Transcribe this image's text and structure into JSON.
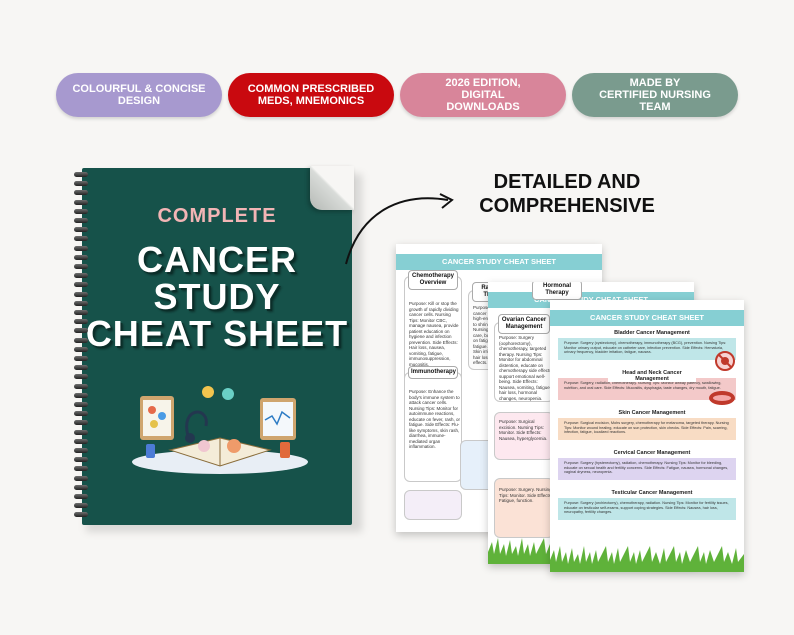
{
  "pills": [
    {
      "label": "COLOURFUL & CONCISE\nDESIGN",
      "color": "#a799cf"
    },
    {
      "label": "COMMON PRESCRIBED\nMEDS, MNEMONICS",
      "color": "#c9090f"
    },
    {
      "label": "2026 EDITION,\nDIGITAL\nDOWNLOADS",
      "color": "#d8859a"
    },
    {
      "label": "MADE BY\nCERTIFIED NURSING\nTEAM",
      "color": "#7a9b8e"
    }
  ],
  "cover": {
    "kicker": "COMPLETE",
    "title_line1": "CANCER",
    "title_line2": "STUDY",
    "title_line3": "CHEAT SHEET",
    "bg_color": "#16524a",
    "kicker_color": "#f2b5b5"
  },
  "heading": {
    "line1": "DETAILED AND",
    "line2": "COMPREHENSIVE"
  },
  "page1": {
    "header": "CANCER STUDY CHEAT SHEET",
    "box1_title": "Chemotherapy Overview",
    "box1_text": "Purpose: Kill or stop the growth of rapidly dividing cancer cells. Nursing Tips: Monitor CBC, manage nausea, provide patient education on hygiene and infection prevention. Side Effects: Hair loss, nausea, vomiting, fatigue, immunosuppression, mucositis.",
    "box2_title": "Radiation Therapy",
    "box2_text": "Purpose: Destroy cancer cells using high-energy radiation to shrink tumors. Nursing Tips: Skin care, burns, educate on fatigue, monitor fatigue. Side Effects: Skin irritation, fatigue, hair loss, organ effects.",
    "box3_title": "Immunotherapy",
    "box3_text": "Purpose: Enhance the body's immune system to attack cancer cells. Nursing Tips: Monitor for autoimmune reactions, educate on fever, rash, or fatigue. Side Effects: Flu-like symptoms, skin rash, diarrhea, immune-mediated organ inflammation."
  },
  "page2": {
    "header": "CANCER STUDY CHEAT SHEET",
    "box1_title": "Ovarian Cancer Management",
    "box1_text": "Purpose: Surgery (oophorectomy), chemotherapy, targeted therapy. Nursing Tips: Monitor for abdominal distention, educate on chemotherapy side effects, support emotional well-being. Side Effects: Nausea, vomiting, fatigue, hair loss, hormonal changes, neuropenia.",
    "box2_title": "Hormonal Therapy",
    "box2_text": "Purpose: Surgical excision. Nursing Tips: Monitor. Side Effects: Nausea, hyperglycemia.",
    "box3_text": "Purpose: Surgery. Nursing Tips: Monitor. Side Effects: Fatigue, function."
  },
  "page3": {
    "header": "CANCER STUDY CHEAT SHEET",
    "sections": [
      {
        "title": "Bladder Cancer Management",
        "color": "#bfe6e8",
        "text": "Purpose: Surgery (cystectomy), chemotherapy, immunotherapy (BCG), prevention. Nursing Tips: Monitor urinary output, educate on catheter care, infection prevention. Side Effects: Hematuria, urinary frequency, bladder irritation, fatigue, nausea."
      },
      {
        "title": "Head and Neck Cancer Management",
        "color": "#f3c9c9",
        "text": "Purpose: Surgery, radiation, chemotherapy. Nursing Tips: Monitor airway patency, swallowing, nutrition, and oral care. Side Effects: Mucositis, dysphagia, taste changes, dry mouth, fatigue."
      },
      {
        "title": "Skin Cancer Management",
        "color": "#f8dcc4",
        "text": "Purpose: Surgical excision, Mohs surgery, chemotherapy for melanoma, targeted therapy. Nursing Tips: Monitor wound healing, educate on sun protection, skin checks. Side Effects: Pain, scarring, infection, fatigue, localized reactions."
      },
      {
        "title": "Cervical Cancer Management",
        "color": "#ddd4f0",
        "text": "Purpose: Surgery (hysterectomy), radiation, chemotherapy. Nursing Tips: Monitor for bleeding, educate on sexual health and fertility concerns. Side Effects: Fatigue, nausea, hormonal changes, vaginal dryness, neuropenia."
      },
      {
        "title": "Testicular Cancer Management",
        "color": "#bfe6e8",
        "text": "Purpose: Surgery (orchiectomy), chemotherapy, radiation. Nursing Tips: Monitor for fertility issues, educate on testicular self-exams, support coping strategies. Side Effects: Nausea, hair loss, neuropathy, fertility changes."
      }
    ]
  }
}
